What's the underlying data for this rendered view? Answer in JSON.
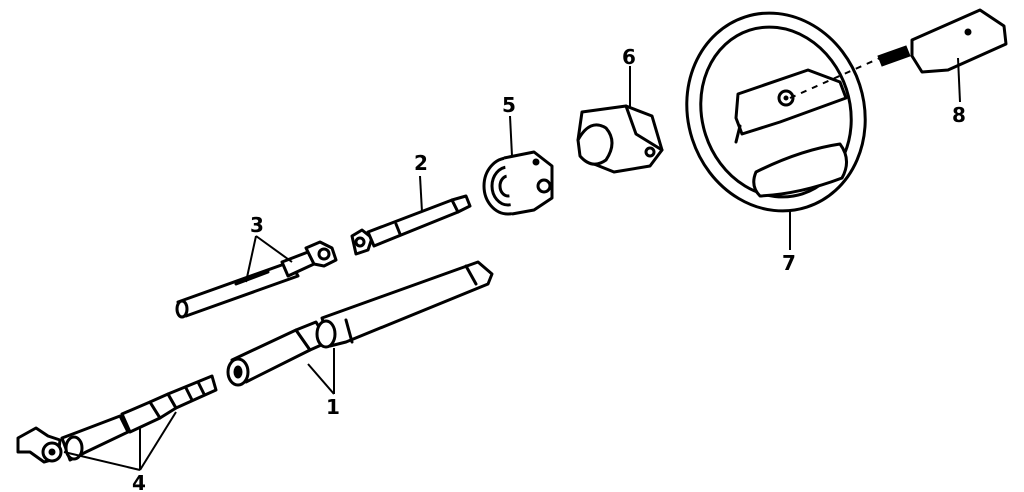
{
  "callouts": {
    "c1": "1",
    "c2": "2",
    "c3": "3",
    "c4": "4",
    "c5": "5",
    "c6": "6",
    "c7": "7",
    "c8": "8"
  },
  "colors": {
    "ink": "#000000",
    "paper": "#ffffff"
  }
}
